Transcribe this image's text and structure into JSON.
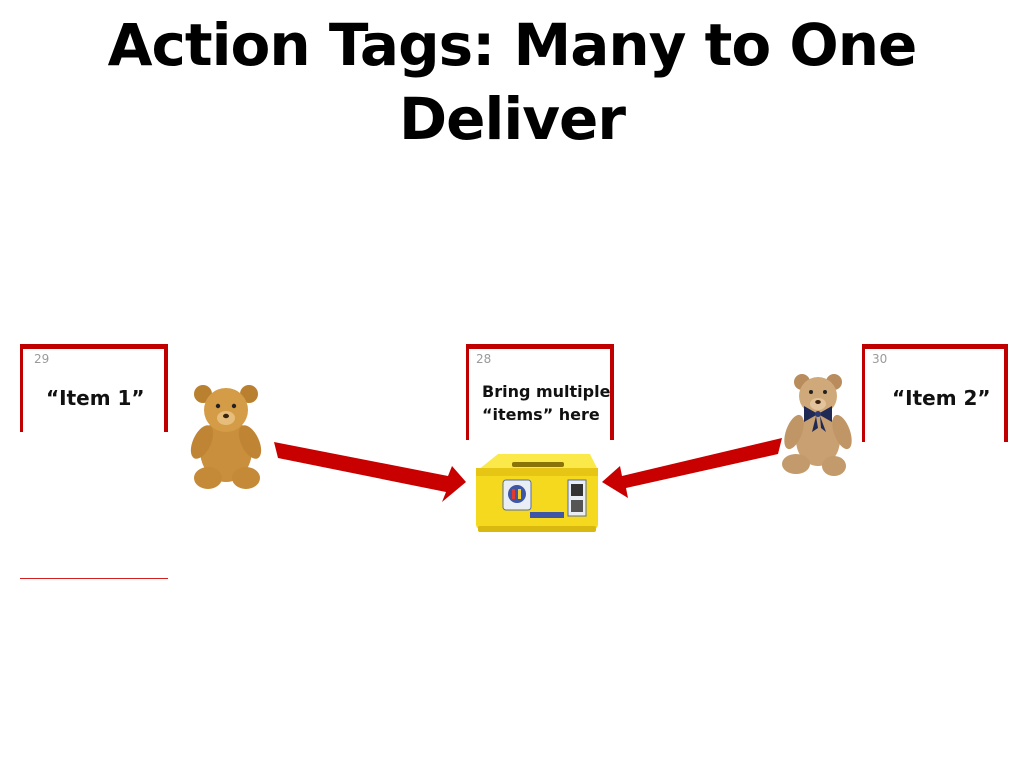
{
  "slide": {
    "title_line1": "Action Tags: Many to One",
    "title_line2": "Deliver"
  },
  "cards": {
    "left": {
      "number": "29",
      "label": "“Item 1”"
    },
    "center": {
      "number": "28",
      "label_line1": "Bring multiple",
      "label_line2": "“items”  here"
    },
    "right": {
      "number": "30",
      "label": "“Item 2”"
    }
  },
  "icons": {
    "left_image": "teddy-bear-icon",
    "right_image": "teddy-bear-with-bow-icon",
    "center_image": "yellow-collection-box-icon",
    "arrows": "red-arrow-icon"
  },
  "colors": {
    "accent": "#c00000",
    "arrow": "#c80000",
    "box": "#f5d91e",
    "bear": "#c98f3c"
  }
}
